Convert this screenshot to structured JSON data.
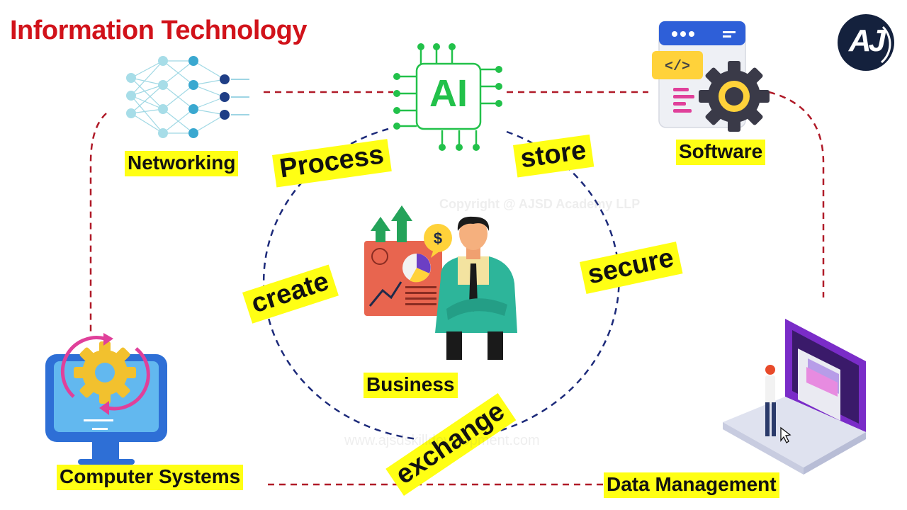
{
  "header": {
    "title": "Information Technology"
  },
  "nodes": {
    "networking": "Networking",
    "ai": "AI",
    "software": "Software",
    "computer_systems": "Computer Systems",
    "data_management": "Data Management",
    "business": "Business"
  },
  "verbs": {
    "process": "Process",
    "store": "store",
    "create": "create",
    "secure": "secure",
    "exchange": "exchange"
  },
  "watermarks": {
    "copyright": "Copyright @ AJSD Academy LLP",
    "website": "www.ajsdskilldevelopment.com"
  },
  "logo": {
    "text": "AJ"
  },
  "colors": {
    "title_red": "#d1121a",
    "highlight_yellow": "#ffff14",
    "outer_dash_red": "#b01a28",
    "inner_dash_navy": "#1c2a7a",
    "ai_green": "#22c14a",
    "logo_navy": "#14213d"
  }
}
